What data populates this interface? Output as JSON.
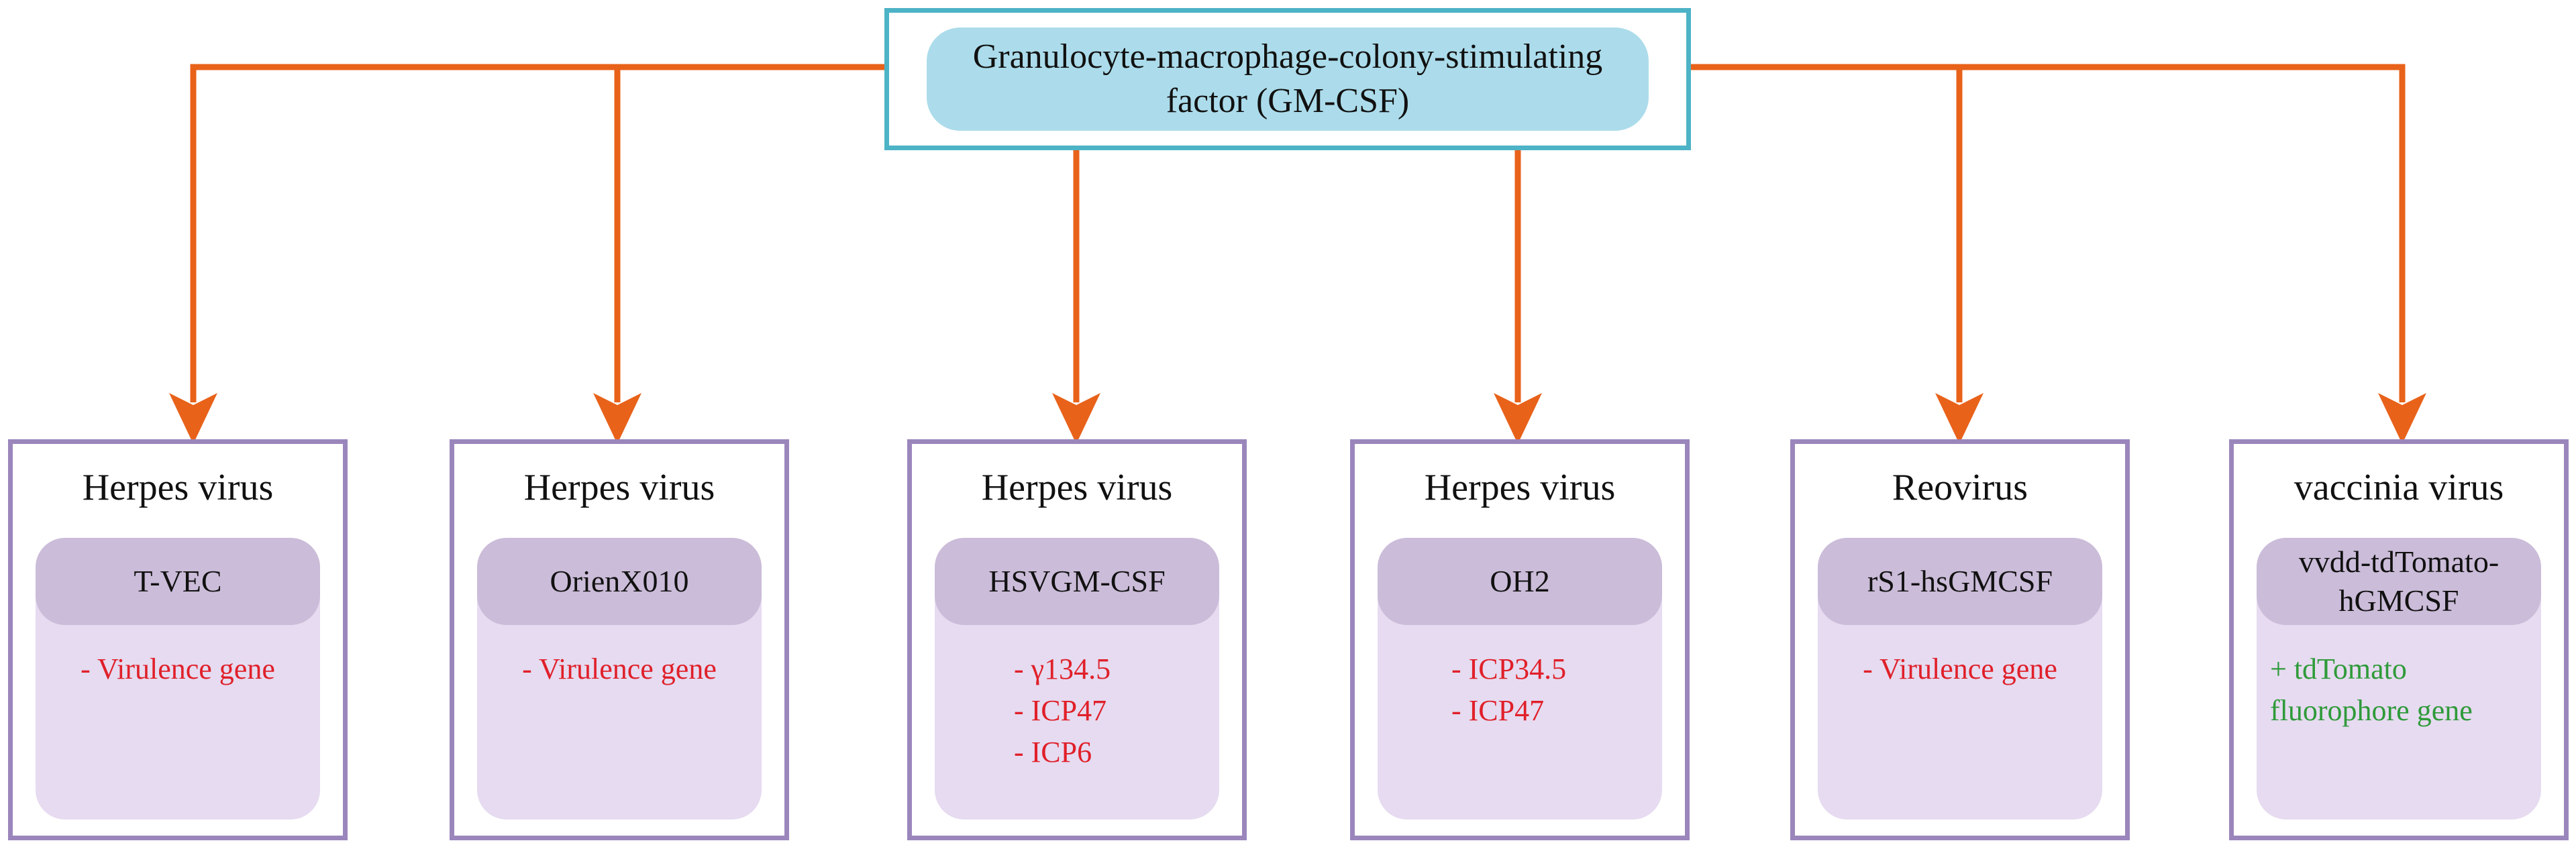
{
  "top": {
    "text": "Granulocyte-macrophage-colony-stimulating\nfactor (GM-CSF)"
  },
  "cards": [
    {
      "title": "Herpes virus",
      "name": "T-VEC",
      "detail": "- Virulence gene"
    },
    {
      "title": "Herpes virus",
      "name": "OrienX010",
      "detail": "- Virulence gene"
    },
    {
      "title": "Herpes virus",
      "name": "HSVGM-CSF",
      "detail": "- γ134.5\n- ICP47\n- ICP6"
    },
    {
      "title": "Herpes virus",
      "name": "OH2",
      "detail": "- ICP34.5\n- ICP47"
    },
    {
      "title": "Reovirus",
      "name": "rS1-hsGMCSF",
      "detail": "- Virulence gene"
    },
    {
      "title": "vaccinia virus",
      "name": "vvdd-tdTomato-\nhGMCSF",
      "detail": "+ tdTomato\nfluorophore gene"
    }
  ],
  "colors": {
    "arrow": "#e8621a",
    "top_border": "#4db3c6",
    "top_fill": "#acdceb",
    "card_border": "#9b86bc",
    "card_fill": "#e6dbf0",
    "card_head_fill": "#cbbcd9",
    "deleted_gene_text": "#e0202a",
    "added_gene_text": "#2f9a3a"
  }
}
